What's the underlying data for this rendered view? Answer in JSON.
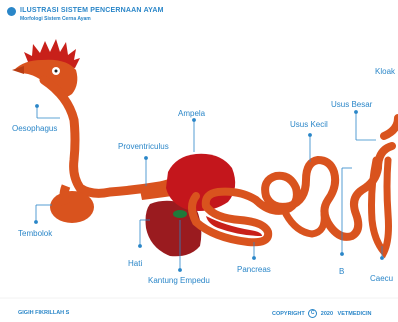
{
  "header": {
    "title": "ILUSTRASI SISTEM PENCERNAAN AYAM",
    "subtitle": "Morfologi Sistem Cerna Ayam"
  },
  "labels": {
    "oesophagus": "Oesophagus",
    "tembolok": "Tembolok",
    "proventriculus": "Proventriculus",
    "ampela": "Ampela",
    "hati": "Hati",
    "kantung_empedu": "Kantung Empedu",
    "pancreas": "Pancreas",
    "usus_kecil": "Usus Kecil",
    "usus_besar": "Usus Besar",
    "kloaka": "Kloak",
    "b": "B",
    "caecum": "Caecu"
  },
  "footer": {
    "author": "GIGIH FIKRILLAH S",
    "copyright_word": "COPYRIGHT",
    "copyright_symbol": "C",
    "year": "2020",
    "brand": "VETMEDICIN"
  },
  "colors": {
    "organ": "#d9531e",
    "organ_dark": "#b83c12",
    "comb": "#c8201a",
    "liver": "#9a1b1f",
    "gizzard": "#c4161c",
    "gallbladder": "#1e7a3a",
    "accent": "#2a86c8"
  }
}
